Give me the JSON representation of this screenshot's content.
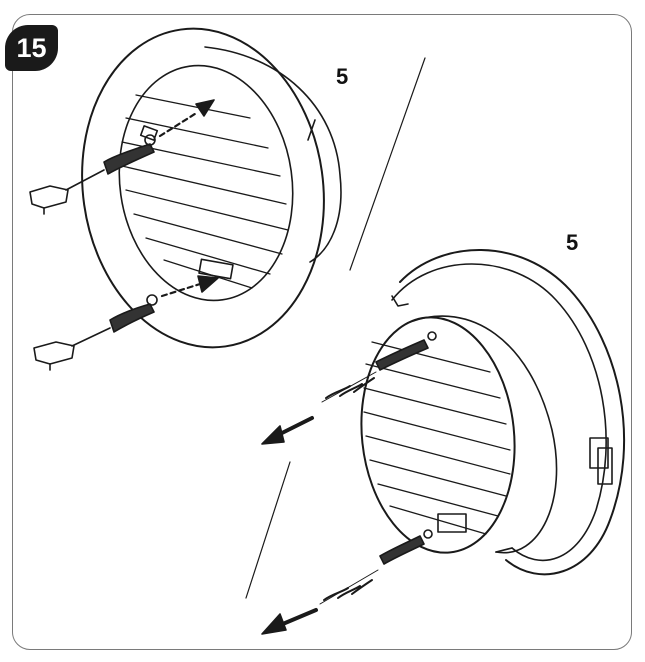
{
  "step": {
    "number": "15"
  },
  "callouts": [
    {
      "text": "5"
    },
    {
      "text": "5"
    }
  ],
  "colors": {
    "line": "#1a1a1a",
    "frame": "#7a7a7a",
    "badge_bg": "#1a1a1a",
    "badge_text": "#ffffff"
  }
}
